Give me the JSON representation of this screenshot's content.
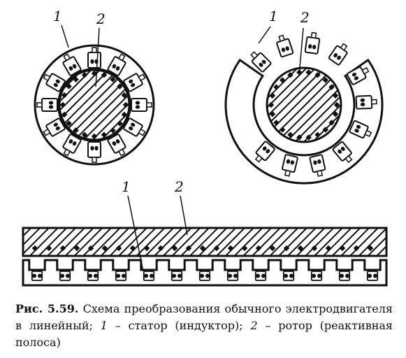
{
  "figure": {
    "top_left": {
      "stator_label": "1",
      "rotor_label": "2"
    },
    "top_right": {
      "stator_label": "1",
      "rotor_label": "2"
    },
    "bottom": {
      "stator_label": "1",
      "rotor_label": "2"
    }
  },
  "caption": {
    "figure_number": "Рис. 5.59.",
    "text_before_1": " Схема преобразования обычного электродвигателя в линейный; ",
    "num_1": "1",
    "text_1": " – статор (индуктор); ",
    "num_2": "2",
    "text_2": " – ротор (реактивная полоса)"
  }
}
